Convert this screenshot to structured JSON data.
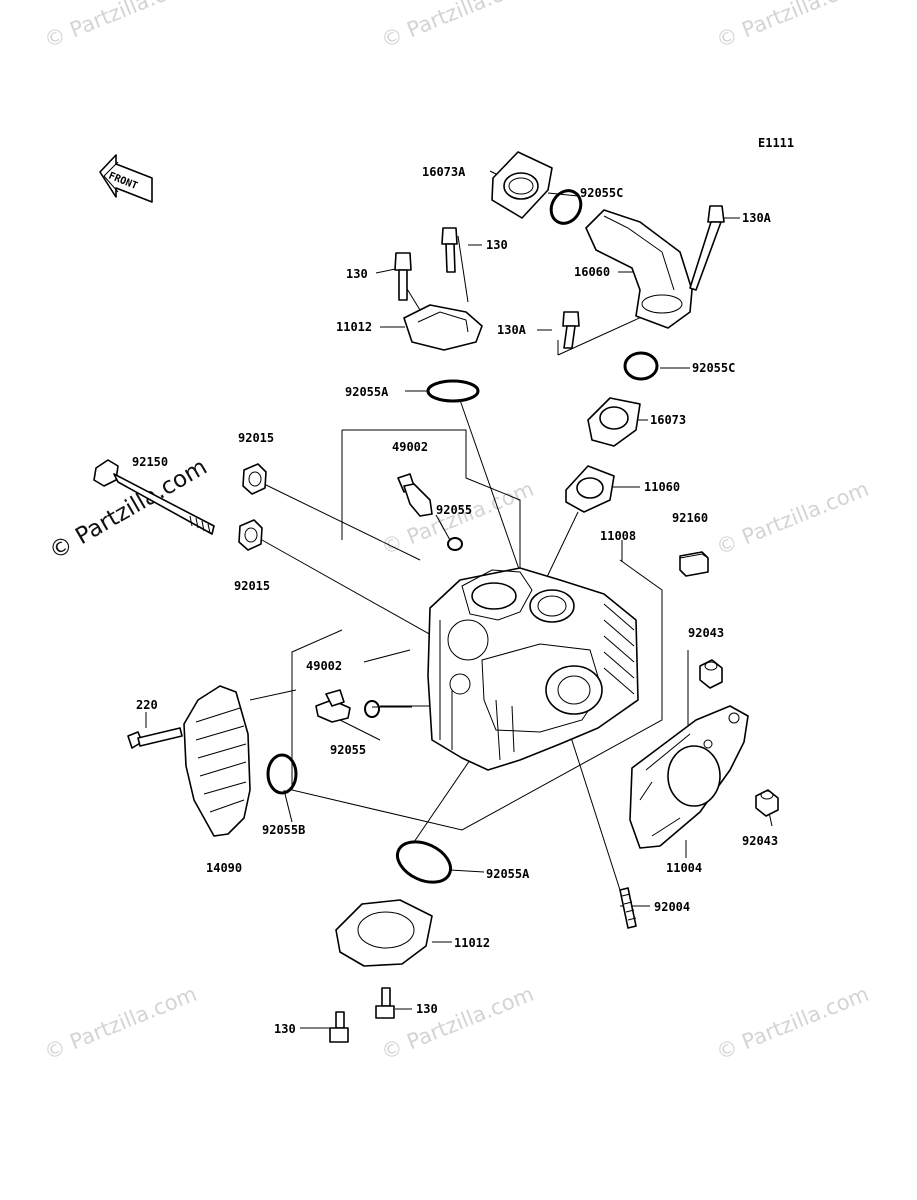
{
  "diagram_code": "E1111",
  "front_label": "FRONT",
  "watermark": "© Partzilla.com",
  "watermark_main": "© Partzilla.com",
  "parts": {
    "p16073A": "16073A",
    "p92055C_top": "92055C",
    "p130A_top": "130A",
    "p130_top_left": "130",
    "p130_top_right": "130",
    "p16060": "16060",
    "p11012_top": "11012",
    "p130A_mid": "130A",
    "p92055C_mid": "92055C",
    "p92055A_top": "92055A",
    "p16073": "16073",
    "p92015_top": "92015",
    "p49002_top": "49002",
    "p92150": "92150",
    "p11060": "11060",
    "p92055_top": "92055",
    "p11008": "11008",
    "p92160": "92160",
    "p92015_bottom": "92015",
    "p92043_top": "92043",
    "p49002_bottom": "49002",
    "p220": "220",
    "p92055_bottom": "92055",
    "p92055B": "92055B",
    "p92043_bottom": "92043",
    "p14090": "14090",
    "p11004": "11004",
    "p92055A_bottom": "92055A",
    "p92004": "92004",
    "p11012_bottom": "11012",
    "p130_bottom_right": "130",
    "p130_bottom_left": "130"
  }
}
